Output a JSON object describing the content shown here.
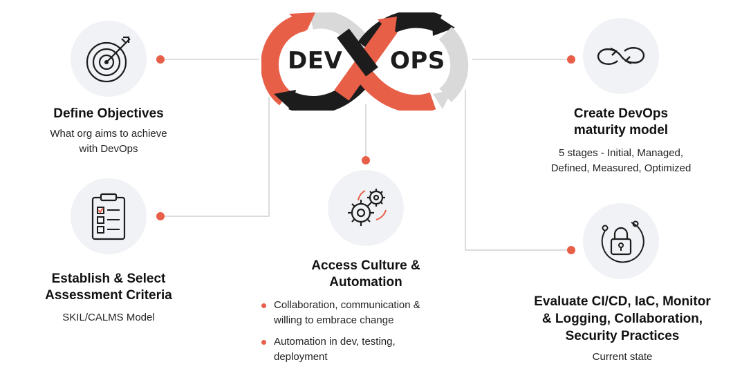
{
  "logo": {
    "left_word": "DEV",
    "right_word": "OPS"
  },
  "nodes": {
    "define": {
      "title": "Define Objectives",
      "desc_line1": "What org aims to achieve",
      "desc_line2": "with DevOps",
      "icon": "target-icon"
    },
    "establish": {
      "title_line1": "Establish & Select",
      "title_line2": "Assessment Criteria",
      "desc": "SKIL/CALMS Model",
      "icon": "checklist-icon"
    },
    "access": {
      "title_line1": "Access Culture &",
      "title_line2": "Automation",
      "icon": "gears-icon",
      "bullets": [
        {
          "line1": "Collaboration, communication &",
          "line2": "willing to embrace change"
        },
        {
          "line1": "Automation in dev, testing,",
          "line2": "deployment"
        }
      ]
    },
    "maturity": {
      "title_line1": "Create DevOps",
      "title_line2": "maturity model",
      "desc_line1": "5 stages - Initial, Managed,",
      "desc_line2": "Defined, Measured, Optimized",
      "icon": "infinity-cycle-icon"
    },
    "evaluate": {
      "title_line1": "Evaluate CI/CD, IaC, Monitor",
      "title_line2": "& Logging, Collaboration,",
      "title_line3": "Security Practices",
      "desc": "Current state",
      "icon": "lock-icon"
    }
  },
  "colors": {
    "accent": "#e85f48",
    "dark": "#1c1c1c",
    "light_gray": "#d9d9d9",
    "circle_bg": "#f1f2f6",
    "line": "#d0d0d0"
  }
}
